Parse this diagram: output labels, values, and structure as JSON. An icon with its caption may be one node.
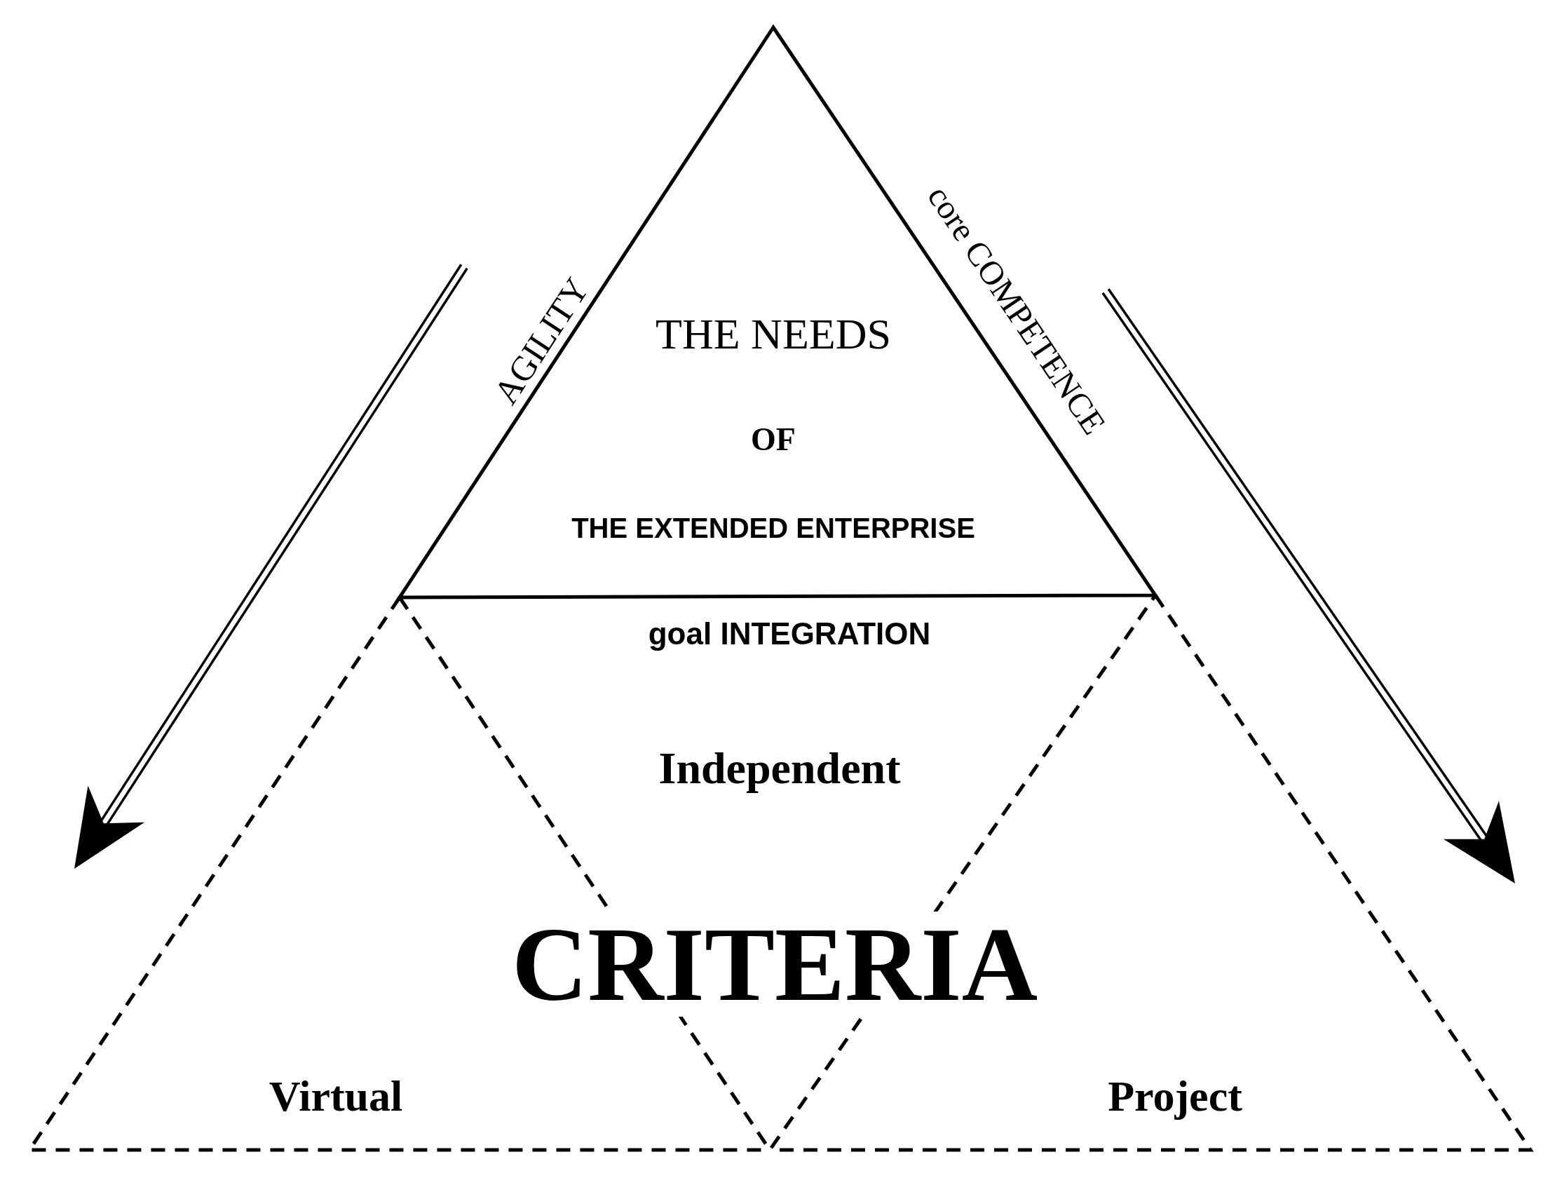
{
  "diagram": {
    "nodes": [
      {
        "text": [
          "THE NEEDS",
          "OF",
          "THE EXTENDED ENTERPRISE"
        ],
        "beside": [
          "AGILITY",
          "core COMPETENCE"
        ]
      },
      {
        "text": [
          "Independent"
        ]
      },
      {
        "text": [
          "Virtual"
        ]
      },
      {
        "text": [
          "Project"
        ]
      }
    ],
    "edges": [
      {
        "from": 0,
        "to": 2,
        "arrow": "to"
      },
      {
        "from": 0,
        "to": 3,
        "arrow": "to"
      }
    ],
    "labels": [
      "goal INTEGRATION",
      "CRITERIA"
    ]
  }
}
